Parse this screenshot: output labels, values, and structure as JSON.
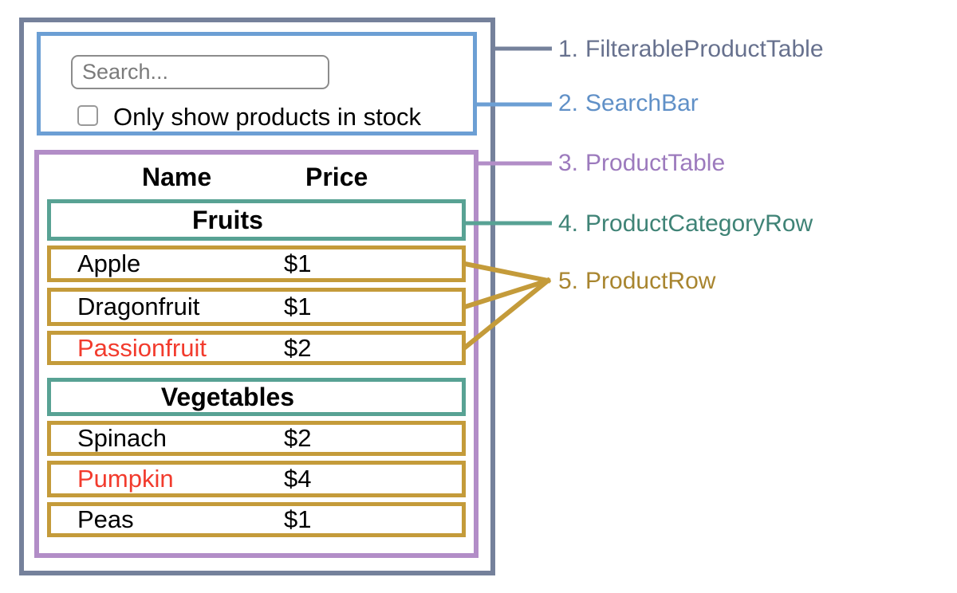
{
  "search_bar": {
    "input_placeholder": "Search...",
    "checkbox_label": "Only show products in stock",
    "checkbox_checked": false
  },
  "table": {
    "columns": [
      "Name",
      "Price"
    ],
    "sections": [
      {
        "category": "Fruits",
        "rows": [
          {
            "name": "Apple",
            "price": "$1"
          },
          {
            "name": "Dragonfruit",
            "price": "$1"
          },
          {
            "name": "Passionfruit",
            "price": "$2",
            "color": "#F23B2D"
          }
        ]
      },
      {
        "category": "Vegetables",
        "rows": [
          {
            "name": "Spinach",
            "price": "$2"
          },
          {
            "name": "Pumpkin",
            "price": "$4",
            "color": "#F23B2D"
          },
          {
            "name": "Peas",
            "price": "$1"
          }
        ]
      }
    ]
  },
  "labels": [
    {
      "number": "1.",
      "name": "FilterableProductTable",
      "color": "#67718E"
    },
    {
      "number": "2.",
      "name": "SearchBar",
      "color": "#6090C7"
    },
    {
      "number": "3.",
      "name": "ProductTable",
      "color": "#9C7ABD"
    },
    {
      "number": "4.",
      "name": "ProductCategoryRow",
      "color": "#3F8376"
    },
    {
      "number": "5.",
      "name": "ProductRow",
      "color": "#A8852F"
    }
  ],
  "colors": {
    "filterable_product_table_border": "#75819B",
    "search_bar_border": "#6C9FD4",
    "product_table_border": "#B28DC7",
    "product_category_row_border": "#58A294",
    "product_row_border": "#C49B3A",
    "out_of_stock_text": "#F23B2D"
  }
}
